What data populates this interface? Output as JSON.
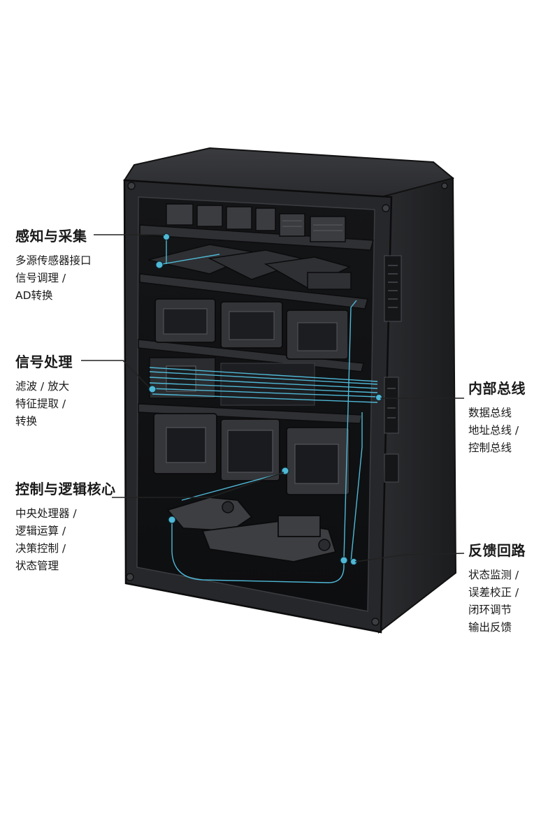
{
  "colors": {
    "accent": "#4fb8d6",
    "cabinet_dark": "#1e1f21",
    "cabinet_face": "#2a2b2e",
    "cabinet_edge": "#3a3c40",
    "component": "#36383c",
    "component_light": "#4a4c51",
    "leader_line": "#222222",
    "text": "#1a1a1a"
  },
  "labels": {
    "sensing": {
      "title": "感知与采集",
      "lines": [
        "多源传感器接口",
        "信号调理 /",
        "AD转换"
      ]
    },
    "signal": {
      "title": "信号处理",
      "lines": [
        "滤波 / 放大",
        "特征提取 /",
        "转换"
      ]
    },
    "control": {
      "title": "控制与逻辑核心",
      "lines": [
        "中央处理器 /",
        "逻辑运算 /",
        "决策控制 /",
        "状态管理"
      ]
    },
    "bus": {
      "title": "内部总线",
      "lines": [
        "数据总线",
        "地址总线 /",
        "控制总线"
      ]
    },
    "feedback": {
      "title": "反馈回路",
      "lines": [
        "状态监测 /",
        "误差校正 /",
        "闭环调节",
        "输出反馈"
      ]
    }
  }
}
